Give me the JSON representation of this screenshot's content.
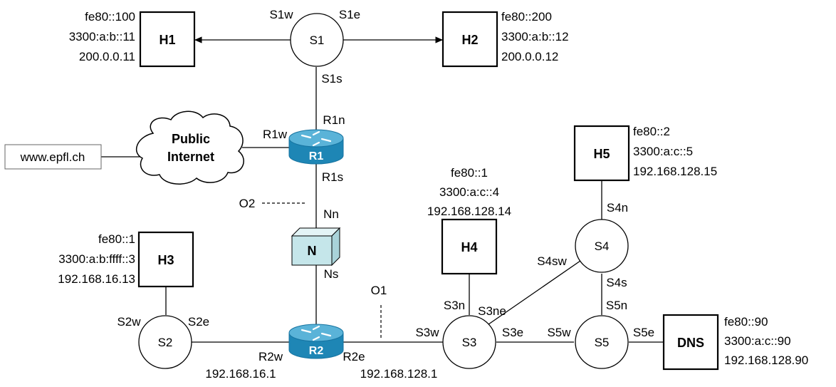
{
  "colors": {
    "line": "#000000",
    "router_fill": "#1f8dbd",
    "router_top": "#58b5d9",
    "nat_box_front": "#c5e6ea",
    "nat_box_top": "#e3f4f6",
    "nat_box_side": "#a9d3d9",
    "dashed": "#000000"
  },
  "icons": {
    "router": "router-icon",
    "nat_box": "cube-box-icon",
    "cloud": "cloud-icon"
  },
  "hosts": {
    "h1": {
      "name": "H1",
      "addr": [
        "fe80::100",
        "3300:a:b::11",
        "200.0.0.11"
      ]
    },
    "h2": {
      "name": "H2",
      "addr": [
        "fe80::200",
        "3300:a:b::12",
        "200.0.0.12"
      ]
    },
    "h3": {
      "name": "H3",
      "addr": [
        "fe80::1",
        "3300:a:b:ffff::3",
        "192.168.16.13"
      ]
    },
    "h4": {
      "name": "H4",
      "addr": [
        "fe80::1",
        "3300:a:c::4",
        "192.168.128.14"
      ]
    },
    "h5": {
      "name": "H5",
      "addr": [
        "fe80::2",
        "3300:a:c::5",
        "192.168.128.15"
      ]
    },
    "dns": {
      "name": "DNS",
      "addr": [
        "fe80::90",
        "3300:a:c::90",
        "192.168.128.90"
      ]
    }
  },
  "switches": {
    "s1": {
      "name": "S1",
      "ports": {
        "w": "S1w",
        "e": "S1e",
        "s": "S1s"
      }
    },
    "s2": {
      "name": "S2",
      "ports": {
        "w": "S2w",
        "e": "S2e"
      }
    },
    "s3": {
      "name": "S3",
      "ports": {
        "n": "S3n",
        "ne": "S3ne",
        "w": "S3w",
        "e": "S3e"
      }
    },
    "s4": {
      "name": "S4",
      "ports": {
        "n": "S4n",
        "sw": "S4sw",
        "s": "S4s"
      }
    },
    "s5": {
      "name": "S5",
      "ports": {
        "n": "S5n",
        "w": "S5w",
        "e": "S5e"
      }
    }
  },
  "routers": {
    "r1": {
      "name": "R1",
      "ports": {
        "n": "R1n",
        "w": "R1w",
        "s": "R1s"
      }
    },
    "r2": {
      "name": "R2",
      "ports": {
        "w": "R2w",
        "e": "R2e"
      },
      "addr_w": "192.168.16.1",
      "addr_e": "192.168.128.1"
    }
  },
  "nat": {
    "name": "N",
    "ports": {
      "n": "Nn",
      "s": "Ns"
    }
  },
  "cloud": {
    "line1": "Public",
    "line2": "Internet"
  },
  "website": {
    "label": "www.epfl.ch"
  },
  "observation_points": {
    "o1": "O1",
    "o2": "O2"
  }
}
